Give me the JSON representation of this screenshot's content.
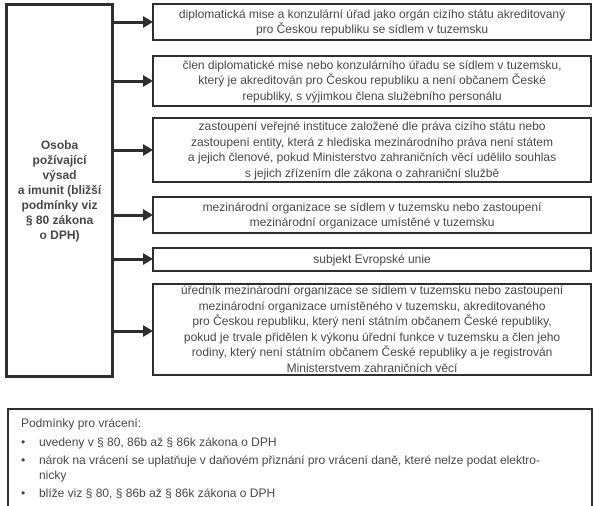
{
  "diagram": {
    "source_box": {
      "text": "Osoba\npožívající\nvýsad\na imunit (bližší\npodmínky viz\n§ 80 zákona\no DPH)"
    },
    "targets": [
      {
        "text": "diplomatická mise a konzulární úřad jako orgán cizího státu akreditovaný\npro Českou republiku se sídlem v tuzemsku"
      },
      {
        "text": "člen diplomatické mise nebo konzulárního úřadu se sídlem v tuzemsku,\nkterý je akreditován pro Českou republiku a není občanem České\nrepubliky, s výjimkou člena služebního personálu"
      },
      {
        "text": "zastoupení veřejné instituce založené dle práva cizího státu nebo\nzastoupení entity, která z hlediska mezinárodního práva není státem\na jejich členové, pokud Ministerstvo zahraničních věcí udělilo souhlas\ns jejich zřízením dle zákona o zahraniční službě"
      },
      {
        "text": "mezinárodní organizace se sídlem v tuzemsku nebo zastoupení\nmezinárodní organizace umístěné v tuzemsku"
      },
      {
        "text": "subjekt Evropské unie"
      },
      {
        "text": "úředník mezinárodní organizace se sídlem v tuzemsku nebo zastoupení\nmezinárodní organizace umístěného v tuzemsku, akreditovaného\npro Českou republiku, který není státním občanem České republiky,\npokud je trvale přidělen k výkonu úřední funkce v tuzemsku a člen jeho\nrodiny, který není státním občanem České republiky a je registrován\nMinisterstvem zahraničních věcí"
      }
    ]
  },
  "conditions_box": {
    "title": "Podmínky pro vrácení:",
    "bullet_char": "•",
    "bullets": [
      "uvedeny v § 80, 86b až § 86k zákona o DPH",
      "nárok na vrácení se uplatňuje v daňovém přiznání pro vrácení daně, které nelze podat elektro-\nnicky",
      "blíže viz § 80, § 86b až § 86k zákona o DPH"
    ]
  },
  "colors": {
    "border": "#2e2e2e",
    "text": "#474747",
    "background": "#ffffff"
  }
}
